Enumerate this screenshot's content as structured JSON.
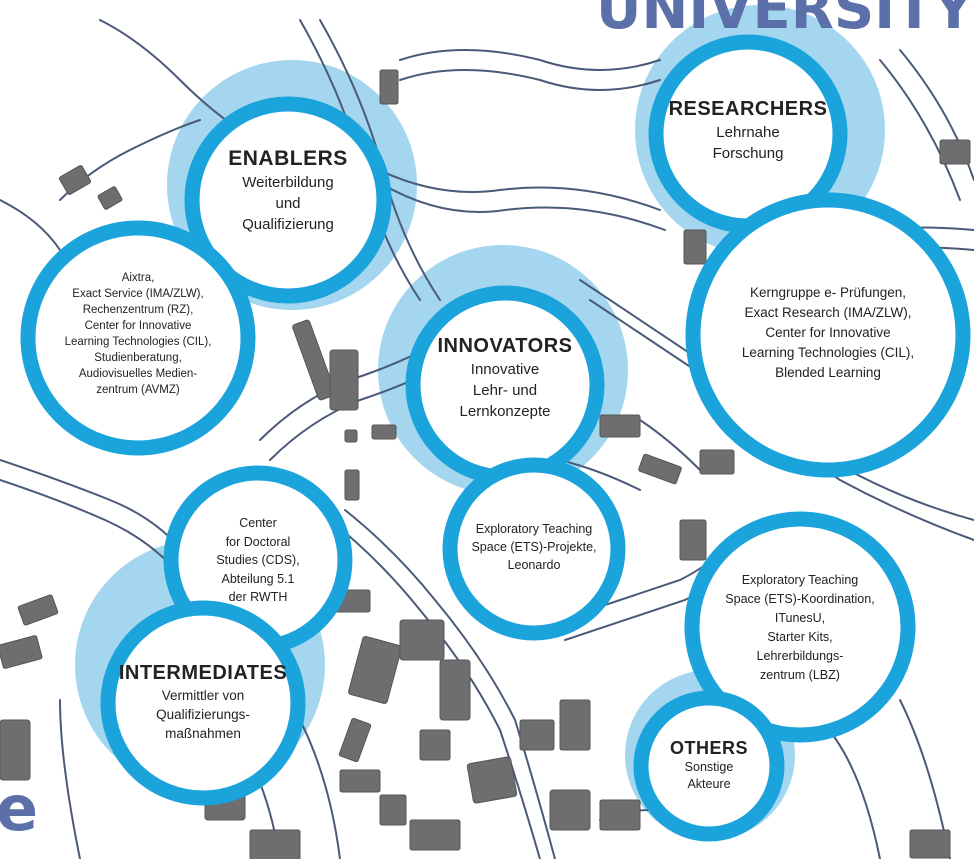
{
  "colors": {
    "ring": "#1ba3dc",
    "halo": "#86c9ea",
    "street": "#4a5a78",
    "building": "#6e6e70",
    "heading": "#5b6fa8"
  },
  "corner_top_right": "UNIVERSITY",
  "corner_bottom_left": "e",
  "groups": {
    "enablers": {
      "title": "ENABLERS",
      "lines": [
        "Weiterbildung",
        "und",
        "Qualifizierung"
      ]
    },
    "enablers_members": {
      "lines": [
        "Aixtra,",
        "Exact Service (IMA/ZLW),",
        "Rechenzentrum (RZ),",
        "Center for Innovative",
        "Learning Technologies (CIL),",
        "Studienberatung,",
        "Audiovisuelles Medien-",
        "zentrum (AVMZ)"
      ]
    },
    "researchers": {
      "title": "RESEARCHERS",
      "lines": [
        "Lehrnahe",
        "Forschung"
      ]
    },
    "researchers_members": {
      "lines": [
        "Kerngruppe e- Prüfungen,",
        "Exact Research (IMA/ZLW),",
        "Center for Innovative",
        "Learning Technologies (CIL),",
        "Blended Learning"
      ]
    },
    "innovators": {
      "title": "INNOVATORS",
      "lines": [
        "Innovative",
        "Lehr- und",
        "Lernkonzepte"
      ]
    },
    "innovators_members": {
      "lines": [
        "Exploratory Teaching",
        "Space (ETS)-Projekte,",
        "Leonardo"
      ]
    },
    "intermediates_members": {
      "lines": [
        "Center",
        "for Doctoral",
        "Studies (CDS),",
        "Abteilung 5.1",
        "der RWTH"
      ]
    },
    "intermediates": {
      "title": "INTERMEDIATES",
      "lines": [
        "Vermittler von",
        "Qualifizierungs-",
        "maßnahmen"
      ]
    },
    "others_members": {
      "lines": [
        "Exploratory Teaching",
        "Space (ETS)-Koordination,",
        "ITunesU,",
        "Starter Kits,",
        "Lehrerbildungs-",
        "zentrum (LBZ)"
      ]
    },
    "others": {
      "title": "OTHERS",
      "lines": [
        "Sonstige",
        "Akteure"
      ]
    }
  }
}
